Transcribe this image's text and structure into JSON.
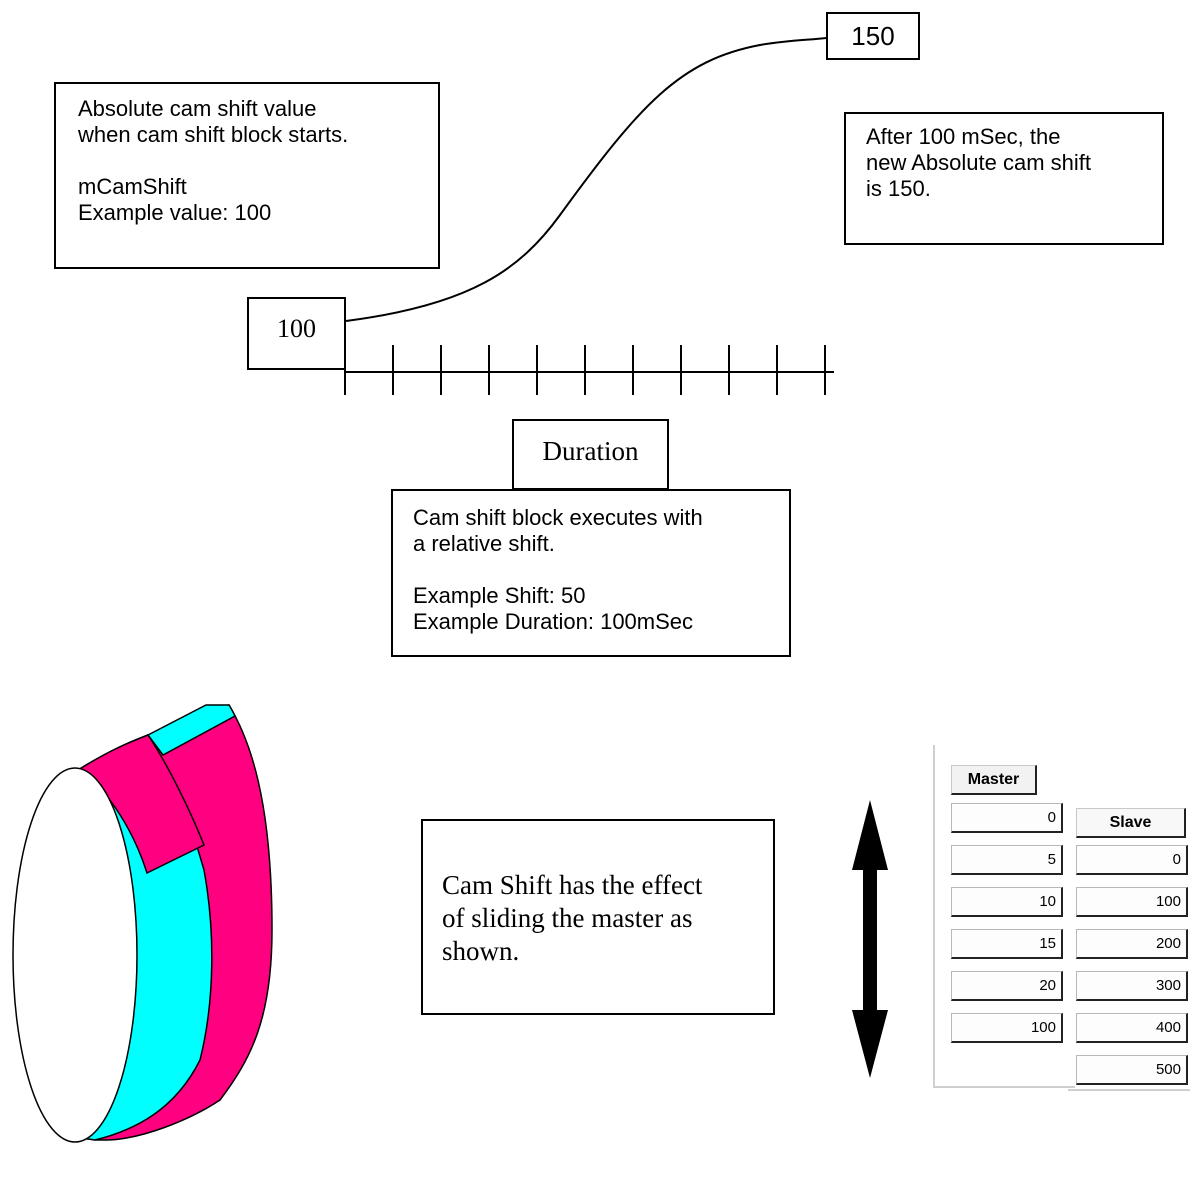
{
  "top_diagram": {
    "start_value": "100",
    "end_value": "150",
    "duration_label": "Duration",
    "start_note": "Absolute cam shift value\nwhen cam shift block starts.\n\nmCamShift\nExample value: 100",
    "end_note": "After 100 mSec, the\nnew Absolute cam shift\nis 150.",
    "block_note": "Cam shift block executes with\na relative shift.\n\nExample Shift: 50\nExample Duration: 100mSec"
  },
  "bottom_diagram": {
    "effect_note": "Cam Shift has the effect\nof sliding the master as\nshown.",
    "colors": {
      "magenta": "#ff0080",
      "cyan": "#00ffff"
    },
    "table": {
      "master_header": "Master",
      "slave_header": "Slave",
      "master_values": [
        "0",
        "5",
        "10",
        "15",
        "20",
        "100"
      ],
      "slave_values": [
        "0",
        "100",
        "200",
        "300",
        "400",
        "500"
      ]
    }
  }
}
